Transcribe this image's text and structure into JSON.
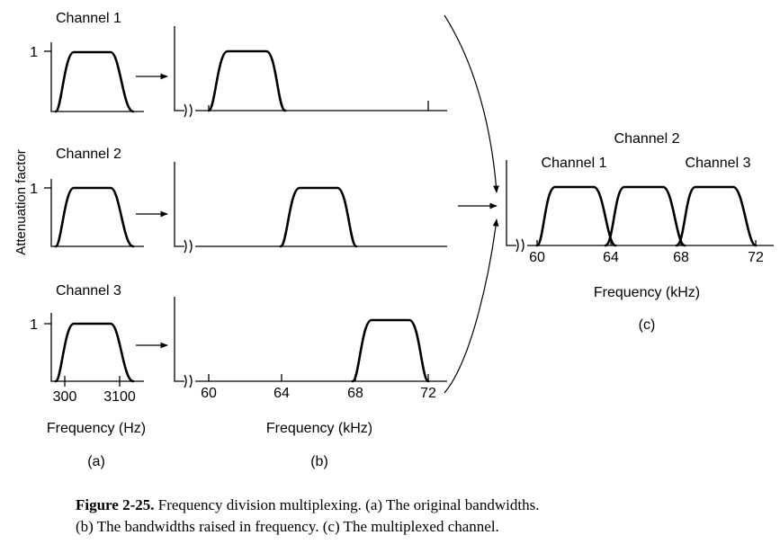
{
  "panel_a": {
    "y_axis_label": "Attenuation factor",
    "channels": [
      {
        "name": "Channel 1",
        "one_label": "1"
      },
      {
        "name": "Channel 2",
        "one_label": "1"
      },
      {
        "name": "Channel 3",
        "one_label": "1"
      }
    ],
    "tick_low": "300",
    "tick_high": "3100",
    "x_label": "Frequency (Hz)",
    "panel_label": "(a)"
  },
  "panel_b": {
    "ticks": [
      "60",
      "64",
      "68",
      "72"
    ],
    "x_label": "Frequency (kHz)",
    "panel_label": "(b)"
  },
  "panel_c": {
    "channel_labels": [
      "Channel 1",
      "Channel 2",
      "Channel 3"
    ],
    "ticks": [
      "60",
      "64",
      "68",
      "72"
    ],
    "x_label": "Frequency (kHz)",
    "panel_label": "(c)"
  },
  "caption": {
    "title": "Figure 2-25.",
    "line1": "Frequency division multiplexing. (a) The original bandwidths.",
    "line2": "(b) The bandwidths raised in frequency. (c) The multiplexed channel."
  }
}
